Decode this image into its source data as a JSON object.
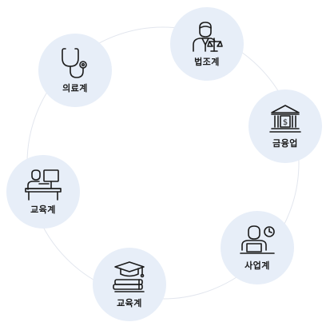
{
  "nodes": [
    {
      "label": "법조계",
      "icon": "lawyer-icon"
    },
    {
      "label": "금융업",
      "icon": "bank-icon"
    },
    {
      "label": "사업계",
      "icon": "businessman-laptop-icon"
    },
    {
      "label": "교육계",
      "icon": "graduation-books-icon"
    },
    {
      "label": "교육계",
      "icon": "teacher-desk-icon"
    },
    {
      "label": "의료계",
      "icon": "stethoscope-icon"
    }
  ],
  "colors": {
    "circle": "#e7eef8",
    "ring": "#e2e6ee",
    "icon": "#1b1b1b"
  }
}
